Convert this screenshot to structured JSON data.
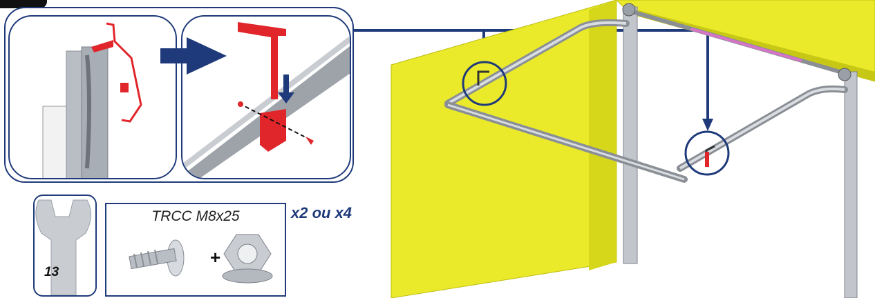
{
  "colors": {
    "frame": "#1f3a7a",
    "wall": "#eaea2a",
    "bracket": "#e0262b",
    "rail": "#9aa0a8",
    "quantity": "#1f3a7a"
  },
  "icons": [
    "arrow-right-icon",
    "arrow-down-icon",
    "wrench-icon",
    "bolt-icon",
    "nut-icon"
  ],
  "tool": {
    "wrench_size": "13"
  },
  "fasteners": {
    "title": "TRCC M8x25",
    "plus": "+",
    "quantity": "x2 ou x4"
  }
}
